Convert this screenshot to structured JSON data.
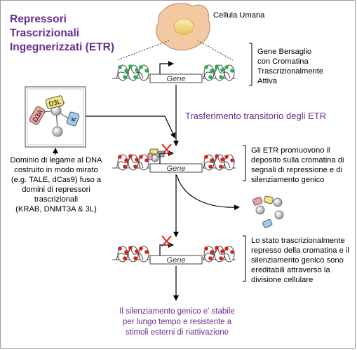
{
  "title": [
    "Repressori",
    "Trascrizionali",
    "Ingegnerizzati (ETR)"
  ],
  "cell_label": "Cellula Umana",
  "target_gene_label": [
    "Gene Bersaglio",
    "con Cromatina",
    "Trascrizionalmente",
    "Attiva"
  ],
  "transfer_label": "Trasferimento transitorio degli ETR",
  "gene_text": "Gene",
  "etr_legend": {
    "tags": [
      "D3L",
      "D3A",
      "K"
    ],
    "description": [
      "Dominio di legame al DNA",
      "costruito in modo mirato",
      "(e.g. TALE, dCas9) fuso a",
      "domini di repressori",
      "trascrizionali",
      "(KRAB, DNMT3A & 3L)"
    ]
  },
  "step2_text": [
    "Gli ETR promuovono il",
    "deposito sulla cromatina di",
    "segnali di repressione e di",
    "silenziamento genico"
  ],
  "step3_text": [
    "Lo stato trascrizionalmente",
    "represso della cromatina e il",
    "silenziamento genico sono",
    "ereditabili attraverso la",
    "divisione cellulare"
  ],
  "conclusion": [
    "Il silenziamento genico e' stabile",
    "per lungo tempo e resistente a",
    "stimoli esterni di riattivazione"
  ],
  "colors": {
    "purple": "#6b2c8f",
    "active_mark": "#22b24c",
    "repressive_mark": "#d42020",
    "x_mark": "#e81c1c",
    "cell": "#f3c9a3",
    "nucleus": "#f0dc8a",
    "d3l": "#f6e47a",
    "d3a": "#f3a0a0",
    "k": "#9ecbee"
  }
}
